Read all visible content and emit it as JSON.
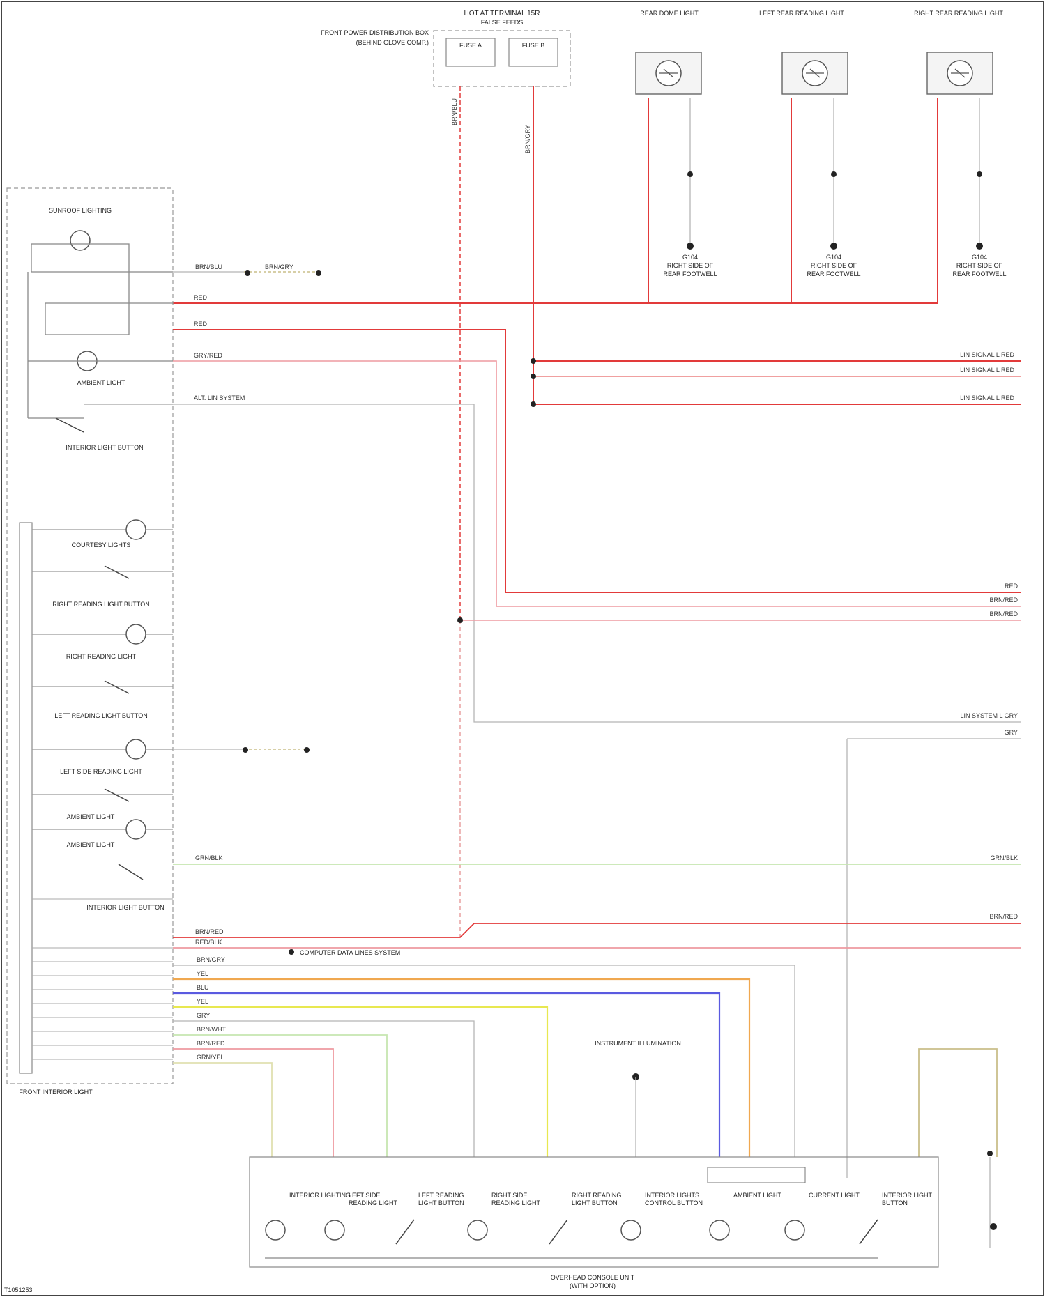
{
  "diagram": {
    "colors": {
      "red": "#e23a3a",
      "pink": "#ee9aa0",
      "gray": "#b8b8b8",
      "orange": "#f0a850",
      "blue": "#5a5ae0",
      "yellow": "#e8e850",
      "green_light": "#c6e6b0",
      "tan": "#cabf8a"
    },
    "icons": {
      "lamp": "lamp-icon",
      "switch": "switch-icon",
      "ground": "ground-node-icon",
      "fuse_box": "fuse-box-icon"
    },
    "labels": {
      "top_fuse_block": "HOT AT TERMINAL 15R",
      "top_fuse_block_sub": "FALSE FEEDS",
      "top_left_fuse_note": "FRONT POWER DISTRIBUTION BOX",
      "top_left_fuse_note_2": "(BEHIND GLOVE COMP.)",
      "fuse_a": "FUSE A",
      "fuse_b": "FUSE B",
      "rear_dome_light": "REAR DOME LIGHT",
      "left_rear_reading": "LEFT REAR READING LIGHT",
      "right_rear_reading": "RIGHT REAR READING LIGHT",
      "ground_lines": [
        "G104",
        "RIGHT SIDE OF",
        "REAR FOOTWELL"
      ],
      "sunroof_module": "SUNROOF LIGHTING",
      "ambient_light": "AMBIENT LIGHT",
      "interior_light_button": "INTERIOR LIGHT BUTTON",
      "courtesy_lights": "COURTESY LIGHTS",
      "right_reading_button": "RIGHT READING LIGHT BUTTON",
      "right_reading_light": "RIGHT READING LIGHT",
      "left_reading_button": "LEFT READING LIGHT BUTTON",
      "left_side_reading": "LEFT SIDE READING LIGHT",
      "ambient_light_2": "AMBIENT LIGHT",
      "ambient_light_3": "AMBIENT LIGHT",
      "interior_light_button_2": "INTERIOR LIGHT BUTTON",
      "front_module": "FRONT INTERIOR LIGHT",
      "computer_data_lines": "COMPUTER DATA LINES SYSTEM",
      "instrument_illumination": "INSTRUMENT ILLUMINATION",
      "overhead_unit": "OVERHEAD CONSOLE UNIT",
      "overhead_unit_sub": "(WITH OPTION)",
      "wiring_diagram_id": "T1051253",
      "overhead_parts": [
        "INTERIOR LIGHTING",
        "LEFT SIDE READING LIGHT",
        "LEFT READING LIGHT BUTTON",
        "RIGHT SIDE READING LIGHT",
        "RIGHT READING LIGHT BUTTON",
        "INTERIOR LIGHTS CONTROL BUTTON",
        "AMBIENT LIGHT",
        "CURRENT LIGHT",
        "INTERIOR LIGHT BUTTON"
      ]
    },
    "wire_labels": {
      "top_left": "BRN/BLU",
      "top_right": "BRN/GRY",
      "red1": "RED",
      "red2": "RED",
      "gry": "GRY/RED",
      "alt": "ALT. LIN SYSTEM",
      "right_a": "LIN SIGNAL L RED",
      "right_b": "LIN SIGNAL L RED",
      "right_c": "LIN SIGNAL L RED",
      "right_d": "RED",
      "right_e": "BRN/RED",
      "right_f": "BRN/RED",
      "lin_system": "LIN SYSTEM L GRY",
      "lin_sub": "GRY",
      "grn": "GRN/BLK",
      "grn_right": "GRN/BLK",
      "bottom_a": "BRN/RED",
      "bottom_b": "BRN/RED",
      "bottom_c": "RED/BLK",
      "bottom_d": "BRN/GRY",
      "bottom_e": "YEL",
      "bottom_f": "BLU",
      "bottom_g": "YEL",
      "bottom_h": "GRY",
      "bottom_i": "BRN/WHT",
      "bottom_j": "BRN/RED",
      "bottom_k": "GRN/YEL"
    }
  }
}
